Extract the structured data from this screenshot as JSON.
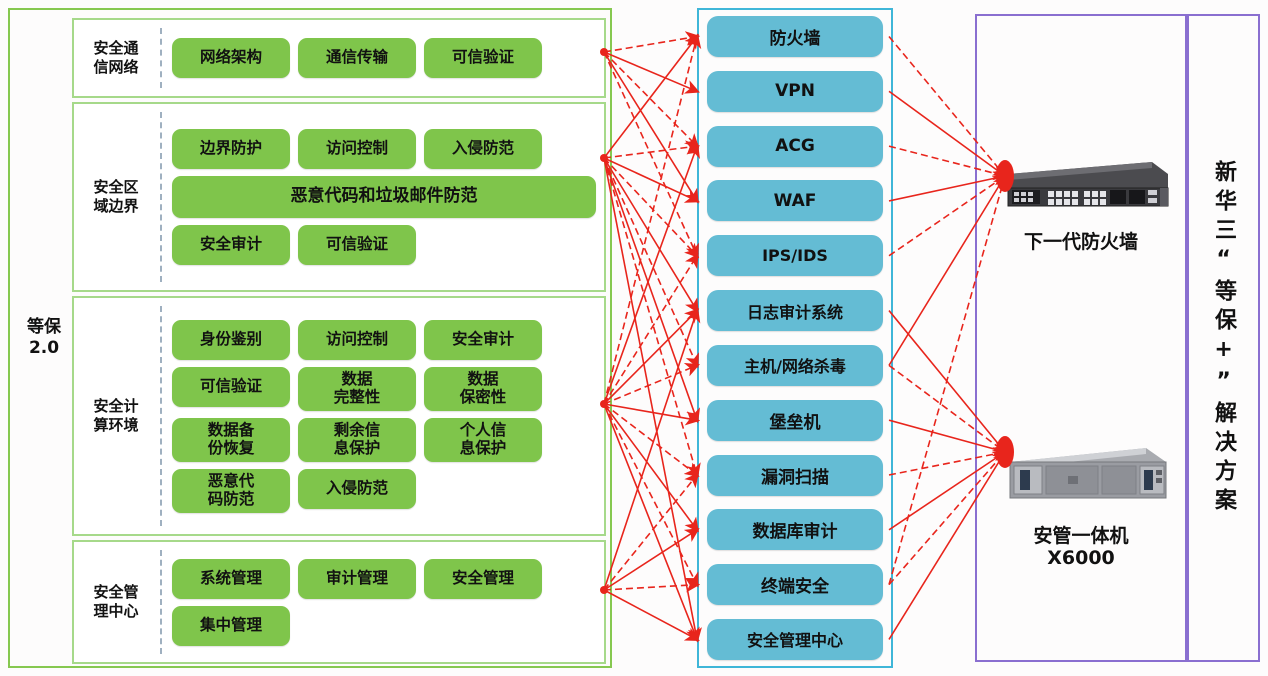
{
  "colors": {
    "green_chip": "#7fc54b",
    "green_border": "#86c850",
    "blue_chip": "#64bcd4",
    "blue_border": "#3fb6d8",
    "purple_border": "#8a6fd0",
    "arrow_red": "#e8251c"
  },
  "left_panel": {
    "level_label": "等保\n2.0",
    "categories": [
      {
        "name": "安全通\n信网络",
        "items": [
          {
            "label": "网络架构",
            "wide": false
          },
          {
            "label": "通信传输",
            "wide": false
          },
          {
            "label": "可信验证",
            "wide": false
          }
        ]
      },
      {
        "name": "安全区\n域边界",
        "items": [
          {
            "label": "边界防护",
            "wide": false
          },
          {
            "label": "访问控制",
            "wide": false
          },
          {
            "label": "入侵防范",
            "wide": false
          },
          {
            "label": "恶意代码和垃圾邮件防范",
            "wide": true
          },
          {
            "label": "安全审计",
            "wide": false
          },
          {
            "label": "可信验证",
            "wide": false
          }
        ]
      },
      {
        "name": "安全计\n算环境",
        "items": [
          {
            "label": "身份鉴别",
            "wide": false
          },
          {
            "label": "访问控制",
            "wide": false
          },
          {
            "label": "安全审计",
            "wide": false
          },
          {
            "label": "可信验证",
            "wide": false
          },
          {
            "label": "数据\n完整性",
            "wide": false
          },
          {
            "label": "数据\n保密性",
            "wide": false
          },
          {
            "label": "数据备\n份恢复",
            "wide": false
          },
          {
            "label": "剩余信\n息保护",
            "wide": false
          },
          {
            "label": "个人信\n息保护",
            "wide": false
          },
          {
            "label": "恶意代\n码防范",
            "wide": false
          },
          {
            "label": "入侵防范",
            "wide": false
          }
        ]
      },
      {
        "name": "安全管\n理中心",
        "items": [
          {
            "label": "系统管理",
            "wide": false
          },
          {
            "label": "审计管理",
            "wide": false
          },
          {
            "label": "安全管理",
            "wide": false
          },
          {
            "label": "集中管理",
            "wide": false
          }
        ]
      }
    ]
  },
  "products": [
    "防火墙",
    "VPN",
    "ACG",
    "WAF",
    "IPS/IDS",
    "日志审计系统",
    "主机/网络杀毒",
    "堡垒机",
    "漏洞扫描",
    "数据库审计",
    "终端安全",
    "安全管理中心"
  ],
  "devices": [
    {
      "caption": "下一代防火墙",
      "type": "firewall-appliance"
    },
    {
      "caption": "安管一体机\nX6000",
      "type": "rack-server"
    }
  ],
  "slogan": "新华三“等保+”解决方案"
}
